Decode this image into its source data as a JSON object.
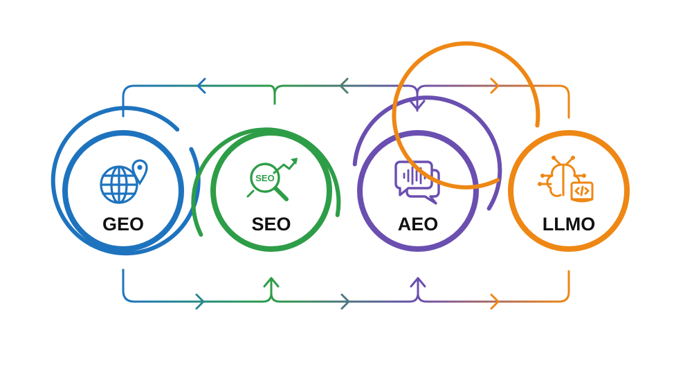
{
  "colors": {
    "geo": "#1e73be",
    "seo": "#2e9d48",
    "aeo": "#6a4fb0",
    "llmo": "#ee8714",
    "text": "#111111",
    "background": "#ffffff"
  },
  "nodes": [
    {
      "id": "geo",
      "label": "GEO",
      "icon": "globe-location-pin-icon"
    },
    {
      "id": "seo",
      "label": "SEO",
      "icon": "seo-magnifier-growth-arrow-icon",
      "icon_text": "SEO"
    },
    {
      "id": "aeo",
      "label": "AEO",
      "icon": "chat-bubbles-soundwave-icon"
    },
    {
      "id": "llmo",
      "label": "LLMO",
      "icon": "brain-circuit-code-book-icon"
    }
  ],
  "connections": {
    "top": [
      {
        "from": "seo",
        "to": "geo",
        "direction": "left"
      },
      {
        "from": "aeo",
        "to": "seo",
        "direction": "left"
      },
      {
        "from": "aeo",
        "to": "aeo",
        "direction": "down"
      },
      {
        "from": "aeo",
        "to": "llmo",
        "direction": "right"
      }
    ],
    "bottom": [
      {
        "from": "geo",
        "to": "seo",
        "direction": "right"
      },
      {
        "from": "seo",
        "to": "seo",
        "direction": "up"
      },
      {
        "from": "seo",
        "to": "aeo",
        "direction": "right"
      },
      {
        "from": "aeo",
        "to": "aeo",
        "direction": "up"
      },
      {
        "from": "aeo",
        "to": "llmo",
        "direction": "right"
      }
    ]
  }
}
